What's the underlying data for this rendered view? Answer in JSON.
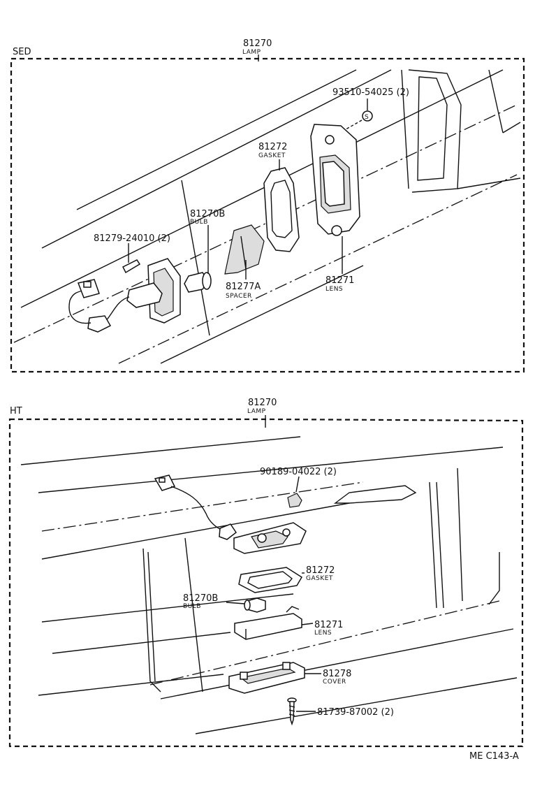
{
  "sections": {
    "sed": {
      "tag": "SED",
      "assembly_code": "81270",
      "assembly_name": "LAMP",
      "parts": {
        "screw_s": "93510-54025 (2)",
        "gasket_code": "81272",
        "gasket_name": "GASKET",
        "bulb_code": "81270B",
        "bulb_name": "BULB",
        "screw_bolt": "81279-24010 (2)",
        "spacer_code": "81277A",
        "spacer_name": "SPACER",
        "lens_code": "81271",
        "lens_name": "LENS",
        "s_mark": "S"
      }
    },
    "ht": {
      "tag": "HT",
      "assembly_code": "81270",
      "assembly_name": "LAMP",
      "parts": {
        "nut": "90189-04022 (2)",
        "gasket_code": "81272",
        "gasket_name": "GASKET",
        "bulb_code": "81270B",
        "bulb_name": "BULB",
        "lens_code": "81271",
        "lens_name": "LENS",
        "cover_code": "81278",
        "cover_name": "COVER",
        "screw": "81739-87002 (2)"
      }
    }
  },
  "figure_code": "ME C143-A"
}
